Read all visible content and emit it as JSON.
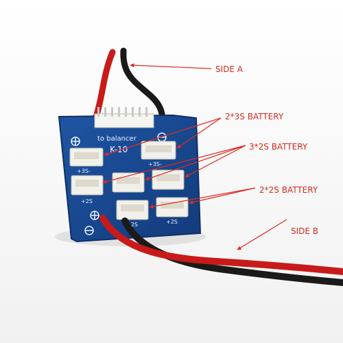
{
  "annotations": {
    "side_a": "SIDE A",
    "two_3s": "2*3S BATTERY",
    "three_2s": "3*2S BATTERY",
    "two_2s": "2*2S BATTERY",
    "side_b": "SIDE B"
  },
  "board": {
    "silkscreen_title": "to balancer",
    "model": "K-10",
    "port_label_3s": "+3S-",
    "port_label_2s": "+2S"
  },
  "colors": {
    "pcb": "#16478f",
    "wire_red": "#c81a1a",
    "wire_black": "#1a1a1a",
    "connector": "#f1f0ea",
    "arrow": "#e02a20",
    "text": "#d42a20"
  }
}
